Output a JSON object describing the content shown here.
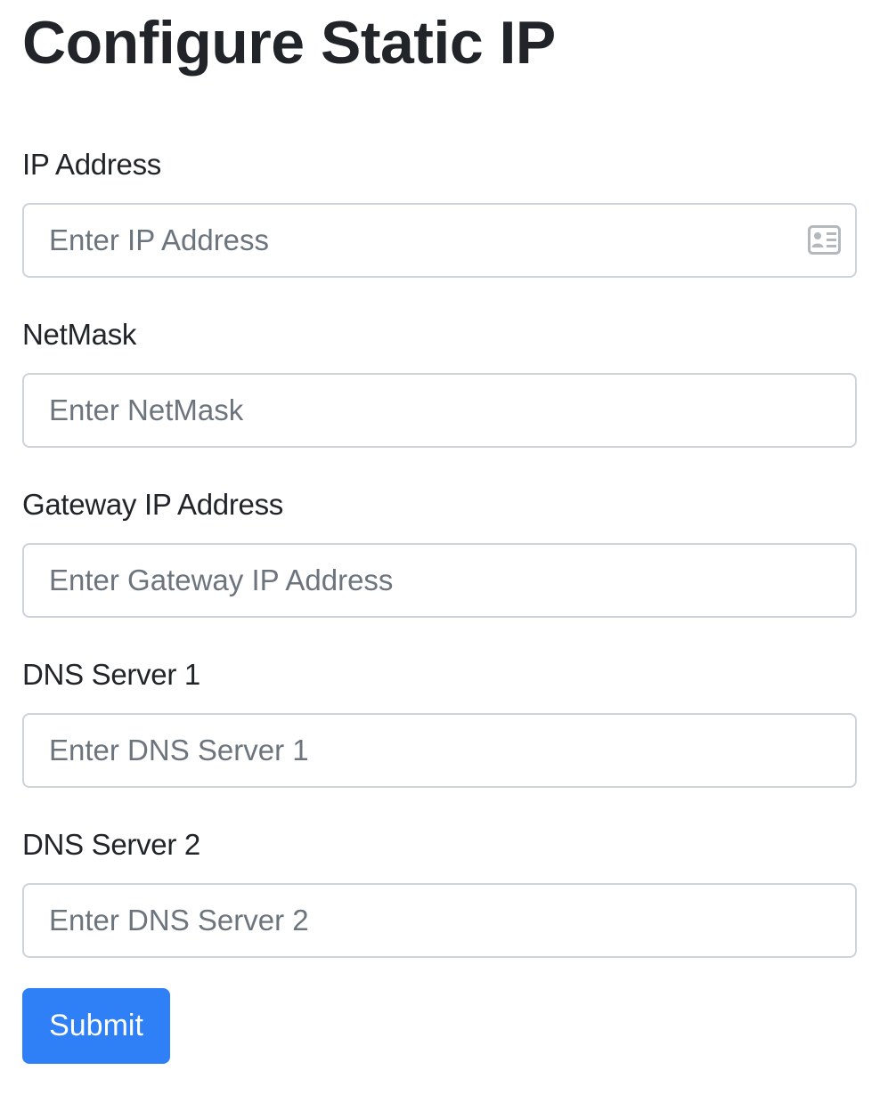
{
  "page": {
    "title": "Configure Static IP"
  },
  "form": {
    "fields": [
      {
        "label": "IP Address",
        "placeholder": "Enter IP Address",
        "value": ""
      },
      {
        "label": "NetMask",
        "placeholder": "Enter NetMask",
        "value": ""
      },
      {
        "label": "Gateway IP Address",
        "placeholder": "Enter Gateway IP Address",
        "value": ""
      },
      {
        "label": "DNS Server 1",
        "placeholder": "Enter DNS Server 1",
        "value": ""
      },
      {
        "label": "DNS Server 2",
        "placeholder": "Enter DNS Server 2",
        "value": ""
      }
    ],
    "ip_field_icon": "contact-card-icon",
    "submit_label": "Submit"
  },
  "colors": {
    "accent": "#2f80f7",
    "text": "#212529",
    "placeholder": "#6c757d",
    "input_border": "#ced4da",
    "icon": "#b3b8bd"
  }
}
